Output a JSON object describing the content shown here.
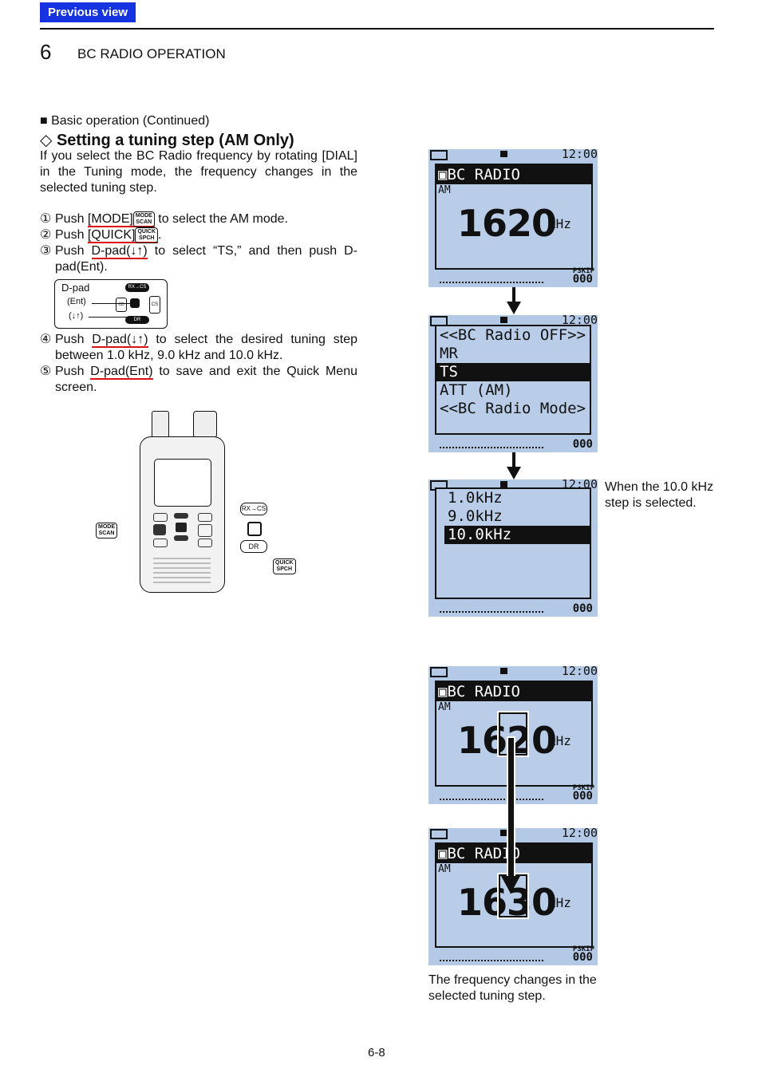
{
  "nav": {
    "previous_view": "Previous view"
  },
  "header": {
    "chapter_number": "6",
    "chapter_title": "BC RADIO OPERATION"
  },
  "section": "■ Basic operation (Continued)",
  "subtitle": "Setting a tuning step (AM Only)",
  "intro": "If you select the BC Radio frequency by rotating [DIAL] in the Tuning mode, the frequency changes in the selected tuning step.",
  "steps": [
    {
      "num": "①",
      "pre": "Push ",
      "link": "[MODE]",
      "post": " to select the AM mode."
    },
    {
      "num": "②",
      "pre": "Push ",
      "link": "[QUICK]",
      "post": "."
    },
    {
      "num": "③",
      "pre": "Push ",
      "link": "D-pad(↓↑)",
      "post": " to select “TS,” and then push D-pad(Ent)."
    },
    {
      "num": "④",
      "pre": "Push ",
      "link": "D-pad(↓↑)",
      "post": " to select the desired tuning step between 1.0 kHz, 9.0 kHz and 10.0 kHz."
    },
    {
      "num": "⑤",
      "pre": "Push ",
      "link": "D-pad(Ent)",
      "post": " to save and exit the Quick Menu screen."
    }
  ],
  "keys": {
    "mode": [
      "MODE",
      "SCAN"
    ],
    "quick": [
      "QUICK",
      "SPCH"
    ],
    "rxcs": "RX→CS",
    "dr": "DR",
    "cs": "CS",
    "cd": "CD"
  },
  "dpad": {
    "title": "D-pad",
    "ent": "(Ent)",
    "updown": "(↓↑)"
  },
  "screens": {
    "clock": "12:00",
    "bc_radio": "BC RADIO",
    "am": "AM",
    "khz": "kHz",
    "freq1": "1620",
    "freq2": "1630",
    "pskip": "PSKIP",
    "mem": "000",
    "menu": [
      "<<BC Radio OFF>>",
      "MR",
      "TS",
      "ATT (AM)",
      "<<BC Radio Mode>"
    ],
    "steps": [
      "1.0kHz",
      "9.0kHz",
      "10.0kHz"
    ]
  },
  "captions": {
    "step_selected": "When the 10.0 kHz step is selected.",
    "freq_changes": "The frequency changes in the selected tuning step."
  },
  "footer": {
    "page": "6-8"
  }
}
